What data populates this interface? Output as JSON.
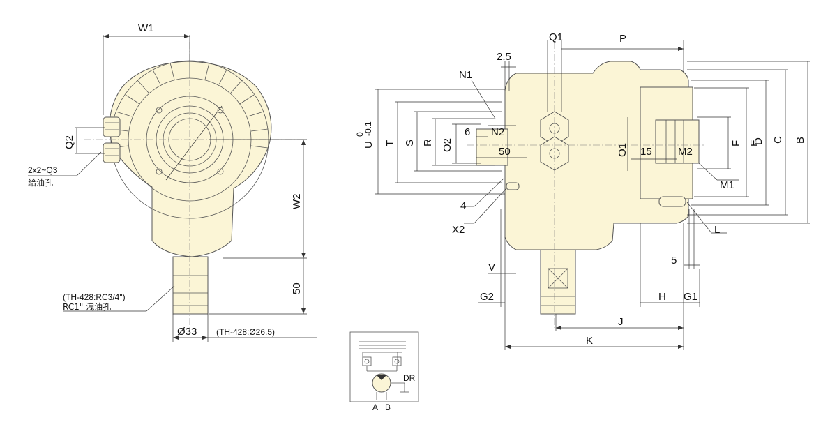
{
  "front_view": {
    "w1": "W1",
    "w2": "W2",
    "q2": "Q2",
    "dim_50": "50",
    "dia_33": "Ø33",
    "th428_dia": "(TH-428:Ø26.5)",
    "oil_hole_count": "2x2~Q3",
    "oil_hole_label": "給油孔",
    "drain_th428": "(TH-428:RC3/4\")",
    "drain_label": "RC1\" 洩油孔"
  },
  "side_view": {
    "q1": "Q1",
    "p": "P",
    "dim_2_5": "2.5",
    "n1": "N1",
    "n2": "N2",
    "u": "U",
    "u_upper_tol": "0",
    "u_lower_tol": "-0.1",
    "t": "T",
    "s": "S",
    "r": "R",
    "o2": "O2",
    "dim_6": "6",
    "dim_50": "50",
    "o1": "O1",
    "dim_15": "15",
    "m2": "M2",
    "f": "F",
    "e": "E",
    "d": "D",
    "c": "C",
    "b": "B",
    "m1": "M1",
    "label_4": "4",
    "x2": "X2",
    "l": "L",
    "dim_5": "5",
    "v": "V",
    "g2": "G2",
    "h": "H",
    "g1": "G1",
    "j": "J",
    "k": "K"
  },
  "schematic": {
    "a": "A",
    "b": "B",
    "dr": "DR"
  },
  "colors": {
    "body_fill": "#fbf5d6",
    "outline": "#555555"
  }
}
